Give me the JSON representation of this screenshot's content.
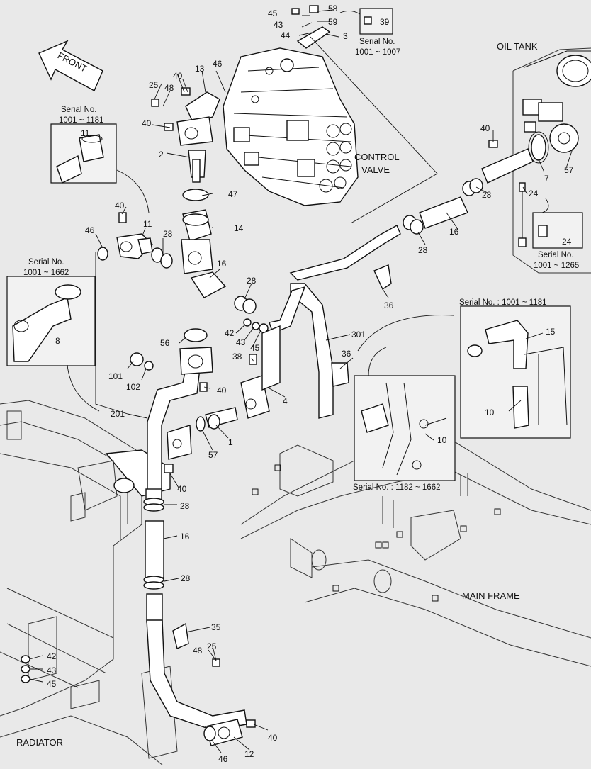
{
  "labels": {
    "front": "FRONT",
    "oil_tank": "OIL TANK",
    "control_valve_1": "CONTROL",
    "control_valve_2": "VALVE",
    "main_frame": "MAIN FRAME",
    "radiator": "RADIATOR"
  },
  "serials": {
    "s39_a": "Serial No.",
    "s39_b": "1001 ~ 1007",
    "s11_a": "Serial No.",
    "s11_b": "1001 ~ 1181",
    "s8_a": "Serial No.",
    "s8_b": "1001 ~ 1662",
    "s24_a": "Serial No.",
    "s24_b": "1001 ~ 1265",
    "s15": "Serial No. : 1001 ~ 1181",
    "s10": "Serial No. : 1182 ~ 1662"
  },
  "callouts": [
    {
      "id": "c45a",
      "text": "45"
    },
    {
      "id": "c43a",
      "text": "43"
    },
    {
      "id": "c58",
      "text": "58"
    },
    {
      "id": "c59",
      "text": "59"
    },
    {
      "id": "c44",
      "text": "44"
    },
    {
      "id": "c3",
      "text": "3"
    },
    {
      "id": "c39",
      "text": "39"
    },
    {
      "id": "c40a",
      "text": "40"
    },
    {
      "id": "c13",
      "text": "13"
    },
    {
      "id": "c46a",
      "text": "46"
    },
    {
      "id": "c25a",
      "text": "25"
    },
    {
      "id": "c48a",
      "text": "48"
    },
    {
      "id": "c11top",
      "text": "11"
    },
    {
      "id": "c40b",
      "text": "40"
    },
    {
      "id": "c2",
      "text": "2"
    },
    {
      "id": "c47",
      "text": "47"
    },
    {
      "id": "c14",
      "text": "14"
    },
    {
      "id": "c40c",
      "text": "40"
    },
    {
      "id": "c11",
      "text": "11"
    },
    {
      "id": "c46b",
      "text": "46"
    },
    {
      "id": "c28a",
      "text": "28"
    },
    {
      "id": "c16a",
      "text": "16"
    },
    {
      "id": "c28b",
      "text": "28"
    },
    {
      "id": "c8",
      "text": "8"
    },
    {
      "id": "c42a",
      "text": "42"
    },
    {
      "id": "c43b",
      "text": "43"
    },
    {
      "id": "c45b",
      "text": "45"
    },
    {
      "id": "c38",
      "text": "38"
    },
    {
      "id": "c56",
      "text": "56"
    },
    {
      "id": "c101",
      "text": "101"
    },
    {
      "id": "c102",
      "text": "102"
    },
    {
      "id": "c40d",
      "text": "40"
    },
    {
      "id": "c201",
      "text": "201"
    },
    {
      "id": "c4",
      "text": "4"
    },
    {
      "id": "c1",
      "text": "1"
    },
    {
      "id": "c57a",
      "text": "57"
    },
    {
      "id": "c40e",
      "text": "40"
    },
    {
      "id": "c28c",
      "text": "28"
    },
    {
      "id": "c16b",
      "text": "16"
    },
    {
      "id": "c28d",
      "text": "28"
    },
    {
      "id": "c35",
      "text": "35"
    },
    {
      "id": "c48b",
      "text": "48"
    },
    {
      "id": "c25b",
      "text": "25"
    },
    {
      "id": "c42b",
      "text": "42"
    },
    {
      "id": "c43c",
      "text": "43"
    },
    {
      "id": "c45c",
      "text": "45"
    },
    {
      "id": "c40f",
      "text": "40"
    },
    {
      "id": "c46c",
      "text": "46"
    },
    {
      "id": "c12",
      "text": "12"
    },
    {
      "id": "c40g",
      "text": "40"
    },
    {
      "id": "c7",
      "text": "7"
    },
    {
      "id": "c57b",
      "text": "57"
    },
    {
      "id": "c24a",
      "text": "24"
    },
    {
      "id": "c28e",
      "text": "28"
    },
    {
      "id": "c16c",
      "text": "16"
    },
    {
      "id": "c28f",
      "text": "28"
    },
    {
      "id": "c24b",
      "text": "24"
    },
    {
      "id": "c36a",
      "text": "36"
    },
    {
      "id": "c301",
      "text": "301"
    },
    {
      "id": "c36b",
      "text": "36"
    },
    {
      "id": "c15",
      "text": "15"
    },
    {
      "id": "c10a",
      "text": "10"
    },
    {
      "id": "c10b",
      "text": "10"
    }
  ]
}
